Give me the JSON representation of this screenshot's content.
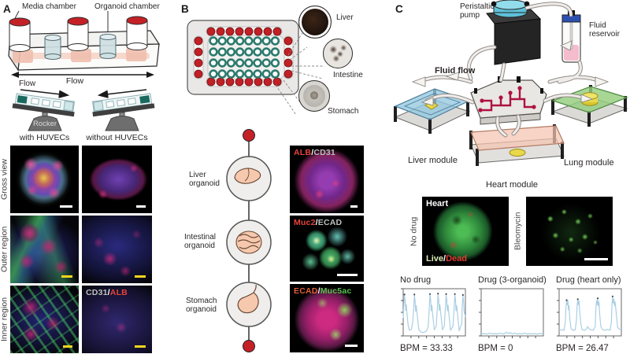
{
  "ui": {
    "sep": "/"
  },
  "panel_a": {
    "label": "A",
    "device": {
      "media_chamber": "Media chamber",
      "organoid_chamber": "Organoid chamber",
      "flow": "Flow"
    },
    "rocker": {
      "flow": "Flow",
      "name": "Rocker"
    },
    "columns": [
      {
        "label": "with HUVECs"
      },
      {
        "label": "without HUVECs"
      }
    ],
    "rows": [
      {
        "label": "Gross view"
      },
      {
        "label": "Outer region"
      },
      {
        "label": "Inner region"
      }
    ],
    "inner_stain": {
      "gray": "CD31",
      "red": "ALB"
    }
  },
  "panel_b": {
    "label": "B",
    "callouts": [
      {
        "label": "Liver"
      },
      {
        "label": "Intestine"
      },
      {
        "label": "Stomach"
      }
    ],
    "chain": [
      {
        "label": "Liver organoid"
      },
      {
        "label": "Intestinal organoid"
      },
      {
        "label": "Stomach organoid"
      }
    ],
    "stains": [
      {
        "first": "ALB",
        "second": "CD31"
      },
      {
        "first": "Muc2",
        "second": "ECAD"
      },
      {
        "first": "ECAD",
        "second": "Muc5ac"
      }
    ]
  },
  "panel_c": {
    "label": "C",
    "pump_label": "Peristaltic pump",
    "reservoir_label": "Fluid reservoir",
    "fluid_flow_label": "Fluid flow",
    "modules": [
      {
        "label": "Liver module"
      },
      {
        "label": "Heart module"
      },
      {
        "label": "Lung module"
      }
    ],
    "viability": {
      "heart": "Heart",
      "no_drug": "No drug",
      "bleomycin": "Bleomycin",
      "live": "Live",
      "dead": "Dead"
    }
  },
  "chart_data": [
    {
      "type": "line",
      "title": "No drug",
      "bpm": 33.33,
      "bpm_label": "BPM = 33.33",
      "line_color": "#a9cfe3",
      "marker_color": "#3c4a58",
      "axes": {
        "x_tick_count": 7,
        "y_tick_count": 5,
        "tick_labels_visible": false
      },
      "points": [
        [
          0,
          62
        ],
        [
          1,
          34
        ],
        [
          2,
          14
        ],
        [
          3,
          24
        ],
        [
          4,
          46
        ],
        [
          5,
          34
        ],
        [
          6,
          52
        ],
        [
          8,
          78
        ],
        [
          10,
          88
        ],
        [
          13,
          86
        ],
        [
          15,
          74
        ],
        [
          17,
          40
        ],
        [
          18,
          14
        ],
        [
          19,
          24
        ],
        [
          20,
          48
        ],
        [
          21,
          36
        ],
        [
          23,
          62
        ],
        [
          25,
          86
        ],
        [
          28,
          91
        ],
        [
          31,
          93
        ],
        [
          34,
          92
        ],
        [
          37,
          90
        ],
        [
          40,
          82
        ],
        [
          42,
          38
        ],
        [
          43,
          13
        ],
        [
          44,
          23
        ],
        [
          45,
          47
        ],
        [
          46,
          35
        ],
        [
          48,
          62
        ],
        [
          50,
          87
        ],
        [
          53,
          80
        ],
        [
          55,
          38
        ],
        [
          56,
          12
        ],
        [
          57,
          22
        ],
        [
          58,
          46
        ],
        [
          59,
          34
        ],
        [
          61,
          60
        ],
        [
          63,
          87
        ],
        [
          66,
          80
        ],
        [
          68,
          36
        ],
        [
          69,
          13
        ],
        [
          70,
          23
        ],
        [
          71,
          47
        ],
        [
          72,
          35
        ],
        [
          74,
          61
        ],
        [
          76,
          88
        ],
        [
          80,
          80
        ],
        [
          82,
          36
        ],
        [
          83,
          13
        ],
        [
          84,
          23
        ],
        [
          85,
          47
        ],
        [
          86,
          36
        ],
        [
          88,
          62
        ],
        [
          90,
          89
        ],
        [
          94,
          74
        ],
        [
          95,
          36
        ],
        [
          96,
          15
        ],
        [
          97,
          25
        ],
        [
          98,
          48
        ],
        [
          100,
          60
        ]
      ],
      "peak_markers": [
        [
          2,
          14
        ],
        [
          18,
          14
        ],
        [
          43,
          13
        ],
        [
          56,
          12
        ],
        [
          69,
          13
        ],
        [
          83,
          13
        ],
        [
          96,
          15
        ]
      ]
    },
    {
      "type": "line",
      "title": "Drug (3-organoid)",
      "bpm": 0,
      "bpm_label": "BPM = 0",
      "line_color": "#a9cfe3",
      "marker_color": "#3c4a58",
      "axes": {
        "x_tick_count": 7,
        "y_tick_count": 5,
        "tick_labels_visible": false
      },
      "points": [
        [
          0,
          96
        ],
        [
          5,
          95
        ],
        [
          10,
          96
        ],
        [
          14,
          94
        ],
        [
          18,
          96
        ],
        [
          22,
          95
        ],
        [
          26,
          96
        ],
        [
          30,
          94
        ],
        [
          34,
          96
        ],
        [
          38,
          95
        ],
        [
          41,
          92
        ],
        [
          44,
          95
        ],
        [
          47,
          93
        ],
        [
          50,
          96
        ],
        [
          54,
          94
        ],
        [
          58,
          96
        ],
        [
          62,
          95
        ],
        [
          66,
          96
        ],
        [
          70,
          94
        ],
        [
          74,
          96
        ],
        [
          78,
          95
        ],
        [
          82,
          96
        ],
        [
          86,
          95
        ],
        [
          90,
          96
        ],
        [
          94,
          95
        ],
        [
          100,
          96
        ]
      ],
      "peak_markers": []
    },
    {
      "type": "line",
      "title": "Drug (heart only)",
      "bpm": 26.47,
      "bpm_label": "BPM = 26.47",
      "line_color": "#a9cfe3",
      "marker_color": "#3c4a58",
      "axes": {
        "x_tick_count": 7,
        "y_tick_count": 5,
        "tick_labels_visible": false
      },
      "points": [
        [
          0,
          88
        ],
        [
          5,
          87
        ],
        [
          8,
          88
        ],
        [
          10,
          70
        ],
        [
          11,
          40
        ],
        [
          12,
          26
        ],
        [
          13,
          34
        ],
        [
          14,
          25
        ],
        [
          15,
          45
        ],
        [
          16,
          36
        ],
        [
          17,
          60
        ],
        [
          19,
          84
        ],
        [
          22,
          88
        ],
        [
          26,
          87
        ],
        [
          28,
          64
        ],
        [
          29,
          34
        ],
        [
          30,
          24
        ],
        [
          31,
          34
        ],
        [
          32,
          26
        ],
        [
          33,
          48
        ],
        [
          35,
          74
        ],
        [
          37,
          87
        ],
        [
          41,
          88
        ],
        [
          44,
          85
        ],
        [
          46,
          80
        ],
        [
          48,
          85
        ],
        [
          51,
          87
        ],
        [
          55,
          88
        ],
        [
          58,
          80
        ],
        [
          59,
          45
        ],
        [
          60,
          26
        ],
        [
          61,
          34
        ],
        [
          62,
          22
        ],
        [
          63,
          36
        ],
        [
          64,
          28
        ],
        [
          65,
          52
        ],
        [
          67,
          80
        ],
        [
          70,
          87
        ],
        [
          74,
          88
        ],
        [
          78,
          86
        ],
        [
          82,
          88
        ],
        [
          84,
          70
        ],
        [
          85,
          34
        ],
        [
          86,
          18
        ],
        [
          87,
          30
        ],
        [
          88,
          22
        ],
        [
          89,
          36
        ],
        [
          90,
          28
        ],
        [
          92,
          55
        ],
        [
          94,
          82
        ],
        [
          97,
          86
        ],
        [
          100,
          87
        ]
      ],
      "peak_markers": [
        [
          12,
          26
        ],
        [
          30,
          24
        ],
        [
          62,
          22
        ],
        [
          86,
          18
        ]
      ]
    }
  ]
}
